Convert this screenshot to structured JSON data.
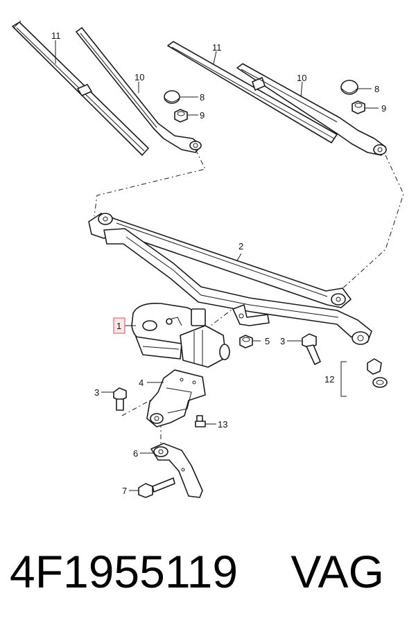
{
  "callouts": {
    "c1": "1",
    "c2": "2",
    "c3a": "3",
    "c3b": "3",
    "c4": "4",
    "c5": "5",
    "c6": "6",
    "c7": "7",
    "c8a": "8",
    "c8b": "8",
    "c9a": "9",
    "c9b": "9",
    "c10a": "10",
    "c10b": "10",
    "c11a": "11",
    "c11b": "11",
    "c12": "12",
    "c13": "13"
  },
  "highlight_color": "#e06a6a",
  "footer": {
    "part_number": "4F1955119",
    "brand": "VAG"
  }
}
